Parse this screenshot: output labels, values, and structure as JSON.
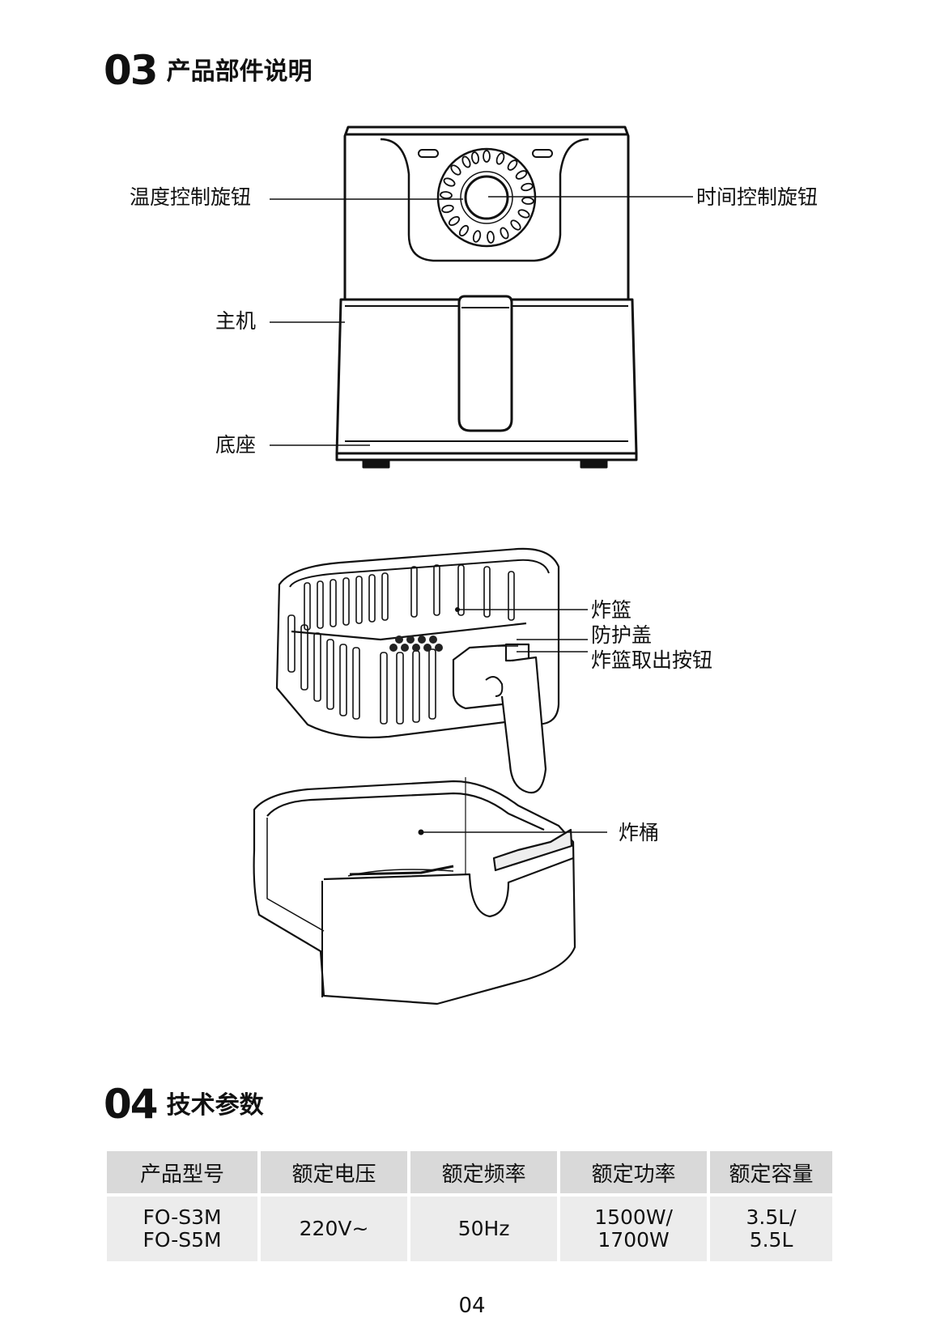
{
  "section03": {
    "number": "03",
    "title": "产品部件说明"
  },
  "callouts": {
    "temp_knob": "温度控制旋钮",
    "time_knob": "时间控制旋钮",
    "main_unit": "主机",
    "base": "底座",
    "basket": "炸篮",
    "guard_cover": "防护盖",
    "release_button": "炸篮取出按钮",
    "pot": "炸桶"
  },
  "section04": {
    "number": "04",
    "title": "技术参数"
  },
  "specs_table": {
    "headers": [
      "产品型号",
      "额定电压",
      "额定频率",
      "额定功率",
      "额定容量"
    ],
    "row": [
      "FO-S3M\nFO-S5M",
      "220V~",
      "50Hz",
      "1500W/\n1700W",
      "3.5L/\n5.5L"
    ]
  },
  "page_number": "04"
}
